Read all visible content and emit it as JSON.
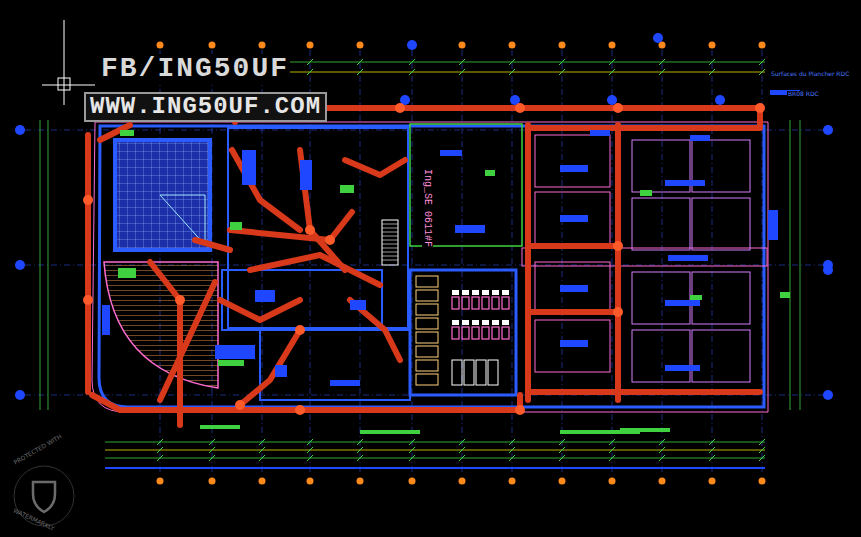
{
  "diagram": {
    "labels": [
      "FB/ING50UF",
      "WWW.ING50UF.COM",
      "Ing_SE 0611#F",
      "Surfaces du Plancher RDC",
      "BR08 RDC",
      "PROTECTED WITH",
      "WATERMARKLY"
    ]
  }
}
